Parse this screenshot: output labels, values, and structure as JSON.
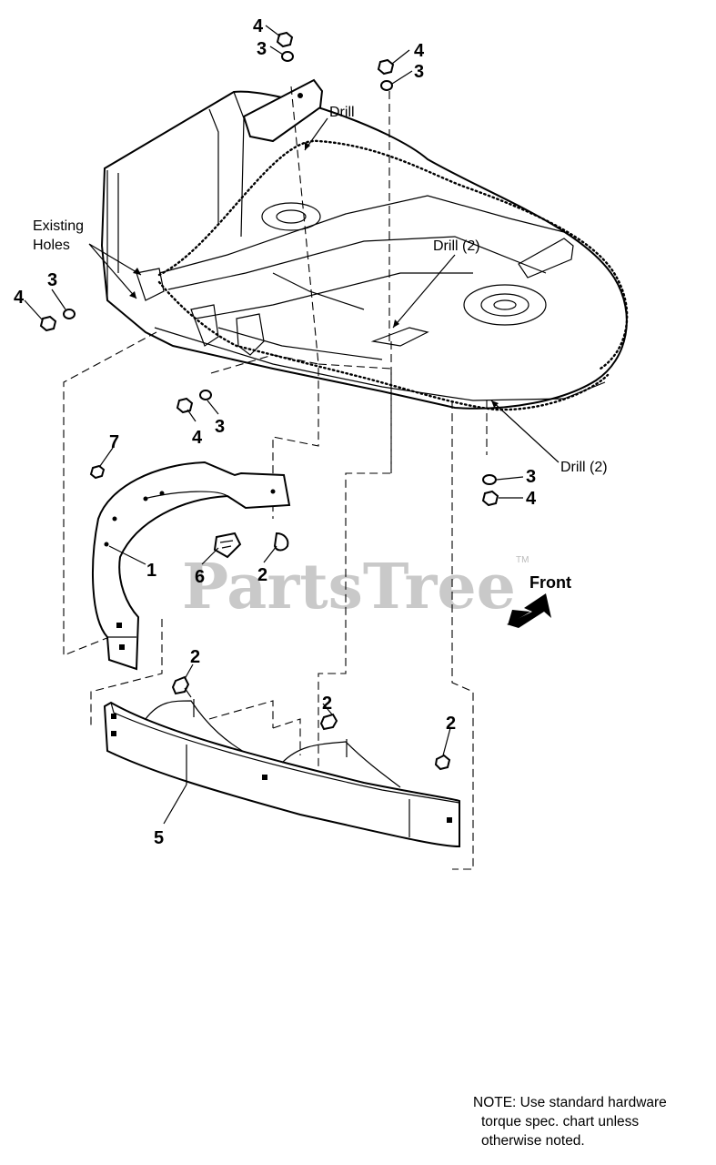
{
  "watermark": {
    "brand": "PartsTree",
    "trademark": "TM"
  },
  "labels": {
    "drill_top": "Drill",
    "drill_2_center": "Drill (2)",
    "drill_2_right": "Drill (2)",
    "existing_holes_line1": "Existing",
    "existing_holes_line2": "Holes",
    "front": "Front"
  },
  "callouts": {
    "c_4_top": "4",
    "c_3_top": "3",
    "c_4_mid": "4",
    "c_3_mid": "3",
    "c_4_left": "4",
    "c_3_left": "3",
    "c_4_center": "4",
    "c_3_center": "3",
    "c_3_right": "3",
    "c_4_right": "4",
    "c_7": "7",
    "c_1": "1",
    "c_6": "6",
    "c_2_upper": "2",
    "c_2_lower_left": "2",
    "c_2_lower_mid": "2",
    "c_2_lower_right": "2",
    "c_5": "5"
  },
  "note": {
    "line1": "NOTE: Use standard hardware",
    "line2": "torque spec. chart unless",
    "line3": "otherwise noted."
  }
}
